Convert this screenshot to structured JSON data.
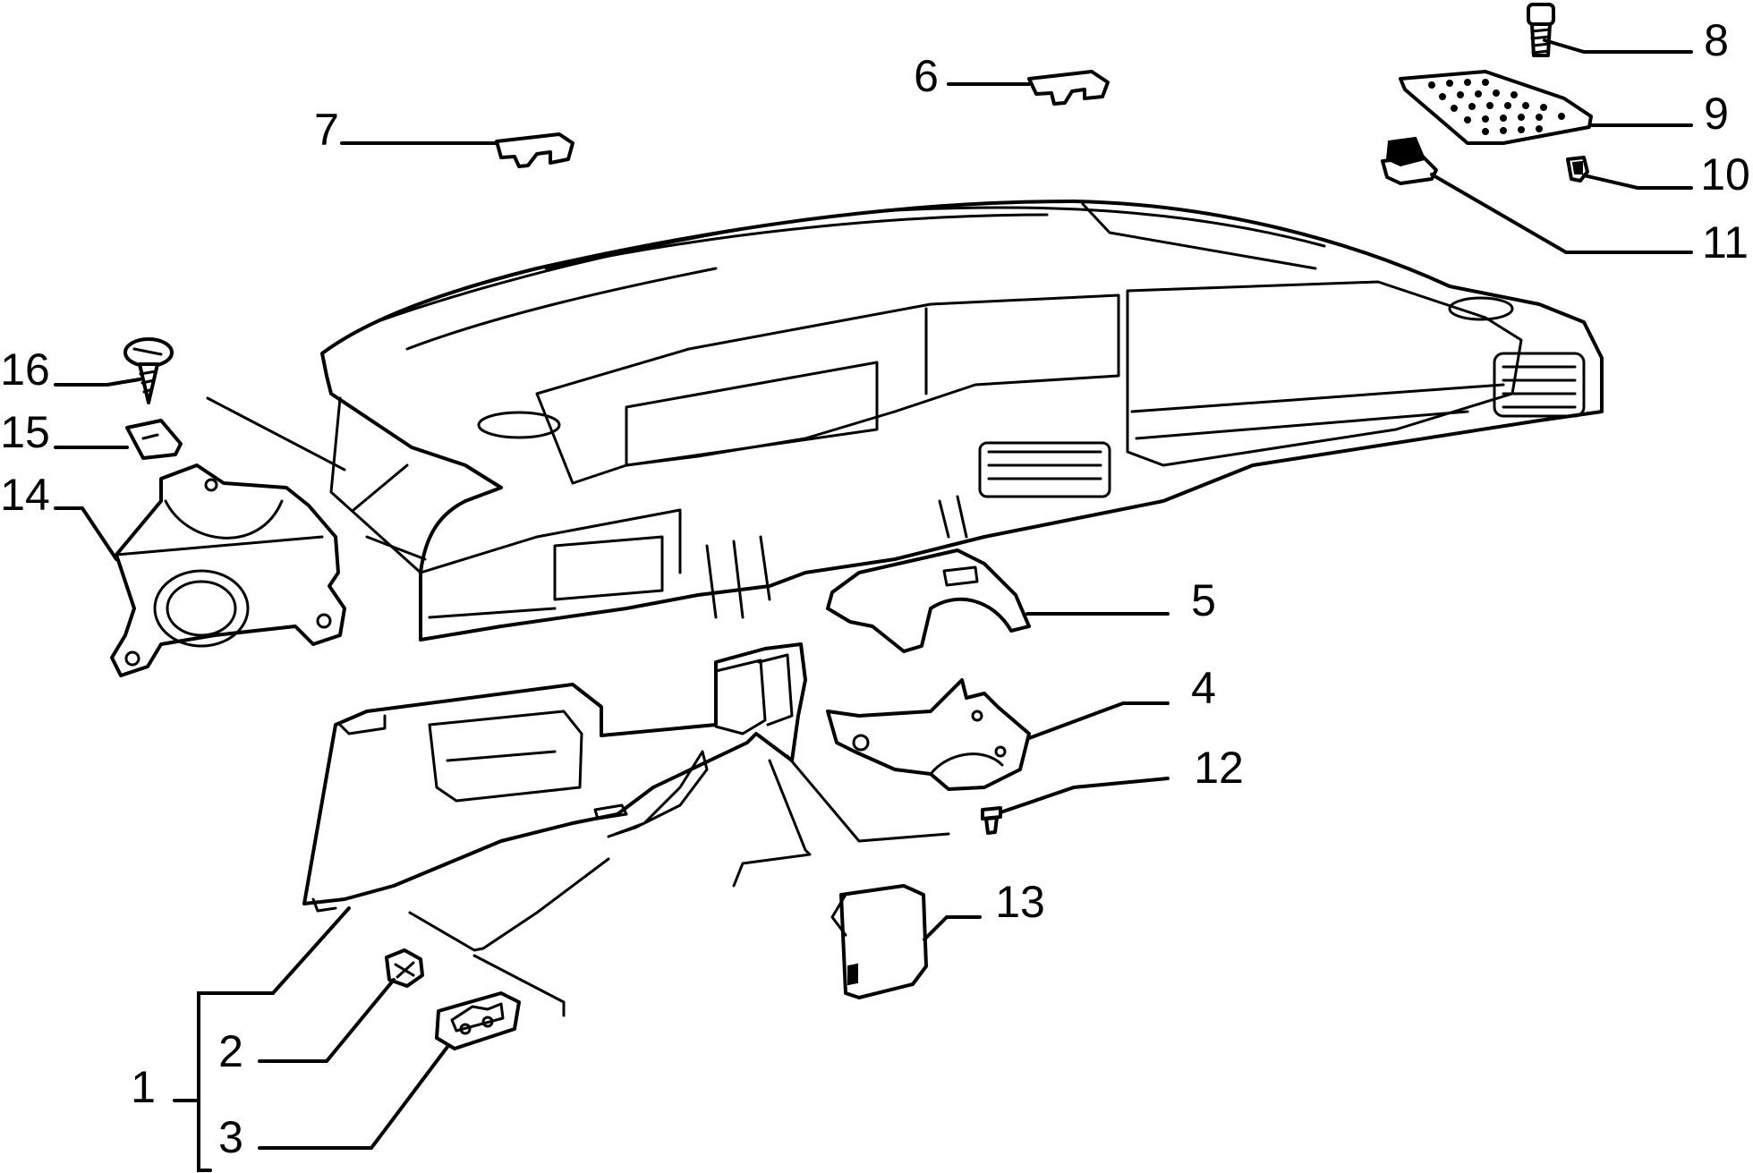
{
  "callouts": [
    {
      "id": "1",
      "label": "1",
      "part": "dashboard-lower-trim-assembly"
    },
    {
      "id": "2",
      "label": "2",
      "part": "round-clip"
    },
    {
      "id": "3",
      "label": "3",
      "part": "bonnet-release-handle"
    },
    {
      "id": "4",
      "label": "4",
      "part": "steering-column-lower-shroud"
    },
    {
      "id": "5",
      "label": "5",
      "part": "steering-column-upper-shroud"
    },
    {
      "id": "6",
      "label": "6",
      "part": "retaining-clip"
    },
    {
      "id": "7",
      "label": "7",
      "part": "retaining-clip"
    },
    {
      "id": "8",
      "label": "8",
      "part": "screw"
    },
    {
      "id": "9",
      "label": "9",
      "part": "speaker-grille"
    },
    {
      "id": "10",
      "label": "10",
      "part": "clip"
    },
    {
      "id": "11",
      "label": "11",
      "part": "grommet"
    },
    {
      "id": "12",
      "label": "12",
      "part": "screw"
    },
    {
      "id": "13",
      "label": "13",
      "part": "fuse-box-cover"
    },
    {
      "id": "14",
      "label": "14",
      "part": "steering-column-bracket"
    },
    {
      "id": "15",
      "label": "15",
      "part": "speed-nut"
    },
    {
      "id": "16",
      "label": "16",
      "part": "self-tapping-screw"
    }
  ]
}
